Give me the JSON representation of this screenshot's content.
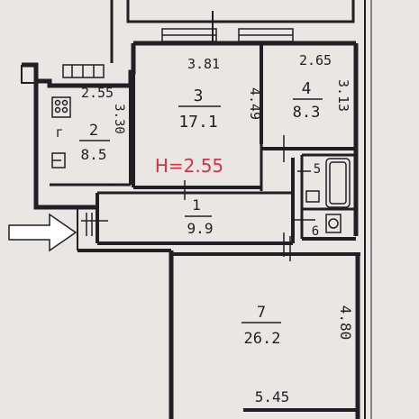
{
  "rooms": [
    {
      "id": "r3",
      "number": "3",
      "area": "17.1",
      "width": "3.81",
      "length": "4.49"
    },
    {
      "id": "r4",
      "number": "4",
      "area": "8.3",
      "width": "2.65",
      "length": "3.13"
    },
    {
      "id": "r2",
      "number": "2",
      "area": "8.5",
      "width": "2.55",
      "length": "3.30",
      "kitchen_mark": "г"
    },
    {
      "id": "r1",
      "number": "1",
      "area": "9.9"
    },
    {
      "id": "r7",
      "number": "7",
      "area": "26.2",
      "width": "5.45",
      "length": "4.80"
    },
    {
      "id": "r5",
      "number": "5"
    },
    {
      "id": "r6",
      "number": "6"
    }
  ],
  "ceiling_height": "H=2.55",
  "colors": {
    "wall": "#1f1f24",
    "paper": "#e9e6e3",
    "accent": "#d8323f",
    "arrow": "#ffffff"
  },
  "icons": {
    "entrance": "entrance-arrow-icon",
    "stove": "stove-icon",
    "bathtub": "bathtub-icon",
    "toilet": "toilet-icon",
    "sink": "sink-icon"
  }
}
